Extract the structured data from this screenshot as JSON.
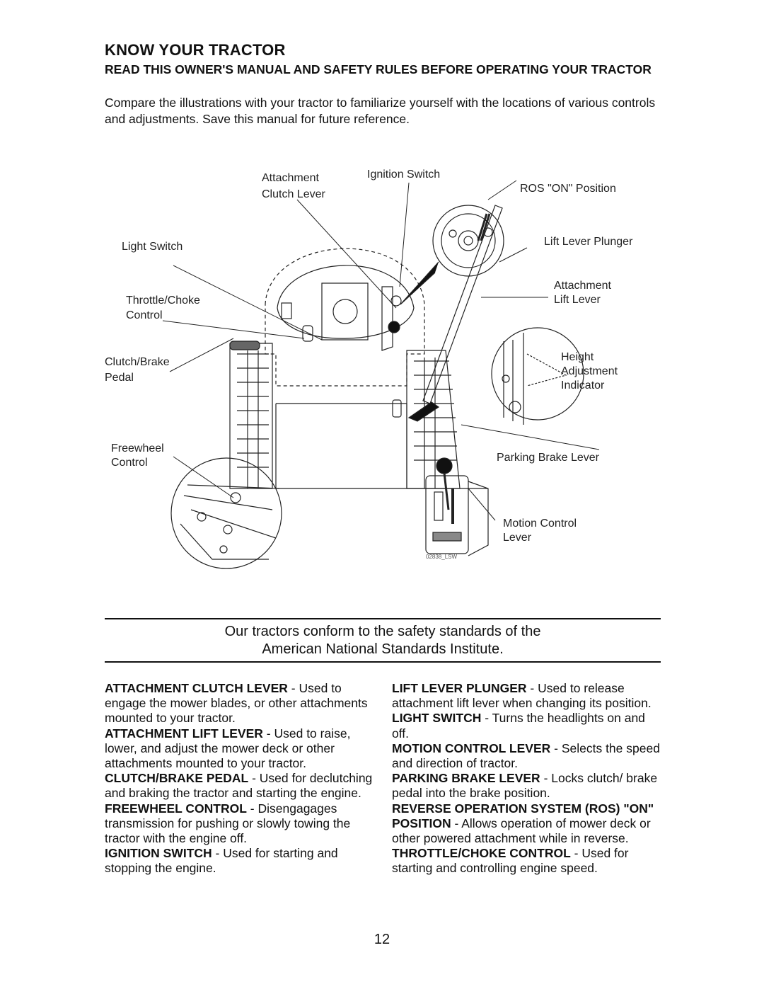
{
  "heading": "KNOW YOUR TRACTOR",
  "subheading": "READ THIS OWNER'S MANUAL AND SAFETY RULES BEFORE OPERATING YOUR TRACTOR",
  "intro": "Compare the illustrations with your tractor to familiarize yourself with the locations of various controls and adjustments. Save this manual for future reference.",
  "diagram": {
    "labels": {
      "attachment_clutch_lever_1": "Attachment",
      "attachment_clutch_lever_2": "Clutch Lever",
      "ignition_switch": "Ignition Switch",
      "ros_on_position": "ROS \"ON\" Position",
      "light_switch": "Light Switch",
      "lift_lever_plunger": "Lift Lever Plunger",
      "throttle_choke_1": "Throttle/Choke",
      "throttle_choke_2": "Control",
      "attachment_lift_lever_1": "Attachment",
      "attachment_lift_lever_2": "Lift Lever",
      "clutch_brake_1": "Clutch/Brake",
      "clutch_brake_2": "Pedal",
      "height_1": "Height",
      "height_2": "Adjustment",
      "height_3": "Indicator",
      "freewheel_1": "Freewheel",
      "freewheel_2": "Control",
      "parking_brake_lever": "Parking Brake Lever",
      "motion_control_1": "Motion Control",
      "motion_control_2": "Lever",
      "figure_code": "02838_LSW"
    }
  },
  "ansi_statement": {
    "line1": "Our tractors conform to the safety standards of the",
    "line2": "American National Standards Institute."
  },
  "definitions_left": [
    {
      "term": "ATTACHMENT CLUTCH LEVER",
      "text": " - Used to engage the mower blades, or other attachments mounted to your tractor."
    },
    {
      "term": "ATTACHMENT LIFT LEVER",
      "text": " - Used to raise, lower, and adjust the mower deck or other attachments mounted to your tractor."
    },
    {
      "term": "CLUTCH/BRAKE PEDAL",
      "text": " - Used for declutching and braking the tractor and starting the engine."
    },
    {
      "term": "FREEWHEEL CONTROL",
      "text": " - Disengagages transmission for pushing or slowly towing the tractor with the engine off."
    },
    {
      "term": "IGNITION SWITCH",
      "text": " - Used for starting and stopping the engine."
    }
  ],
  "definitions_right": [
    {
      "term": "LIFT LEVER PLUNGER",
      "text": " - Used to release attachment lift lever when changing its position."
    },
    {
      "term": "LIGHT SWITCH",
      "text": " - Turns the headlights on and off."
    },
    {
      "term": "MOTION CONTROL LEVER",
      "text": " - Selects the speed and direction of tractor."
    },
    {
      "term": "PARKING BRAKE LEVER",
      "text": " - Locks clutch/ brake pedal into the brake position."
    },
    {
      "term": "REVERSE OPERATION SYSTEM (ROS) \"ON\" POSITION",
      "text": " - Allows operation of mower deck or other powered attachment while in reverse."
    },
    {
      "term": "THROTTLE/CHOKE CONTROL",
      "text": " - Used for starting and controlling engine speed."
    }
  ],
  "page_number": "12"
}
